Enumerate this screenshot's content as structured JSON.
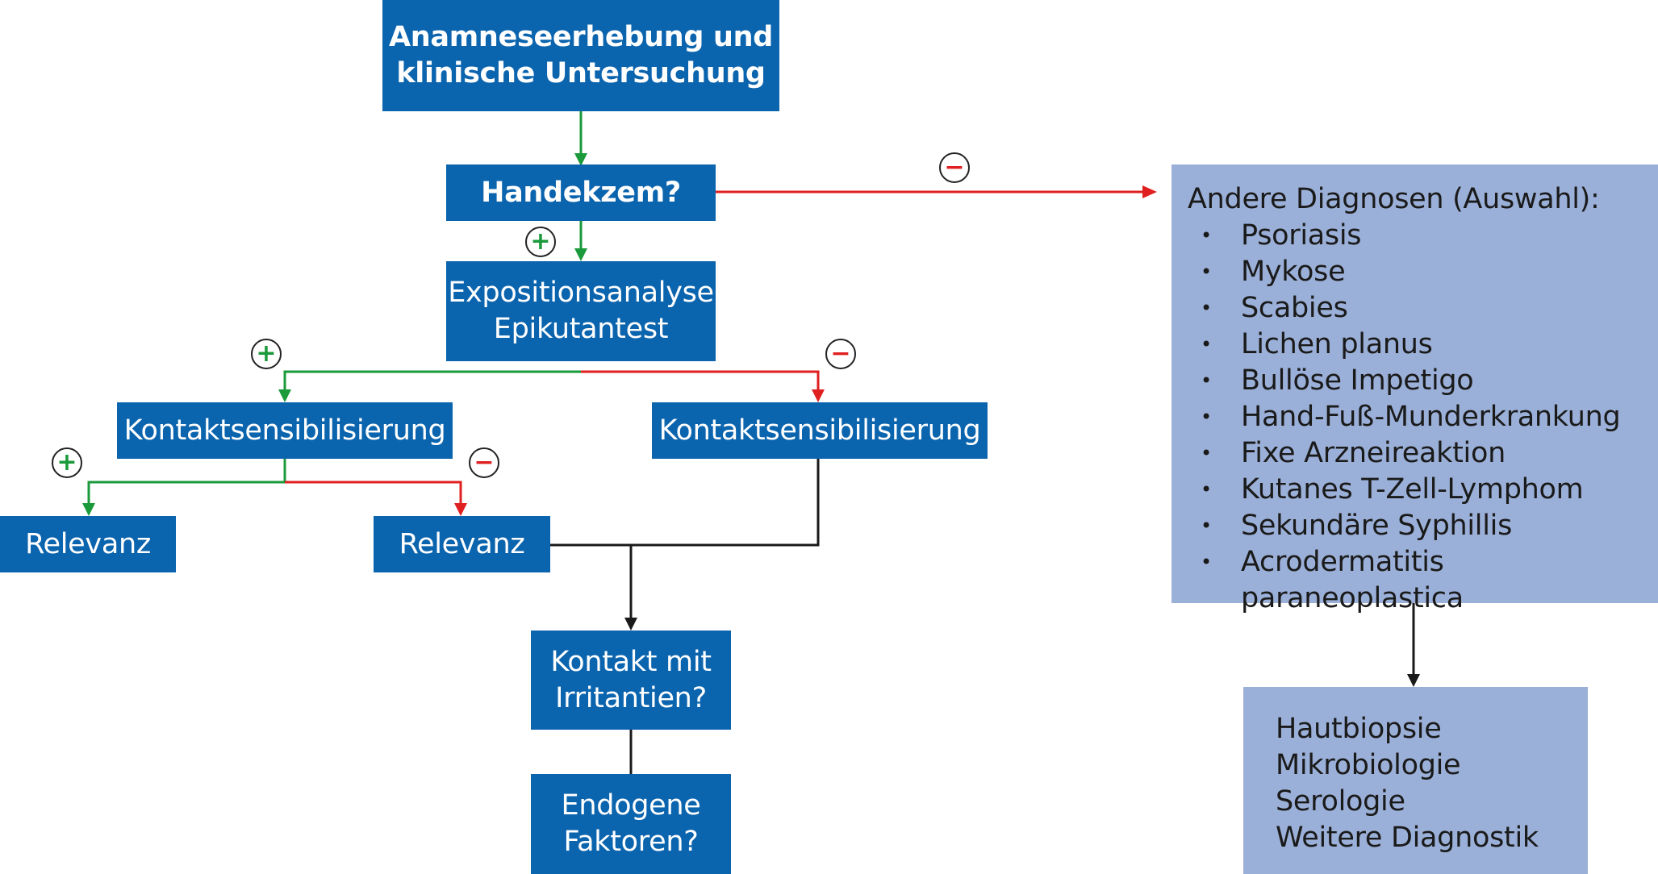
{
  "nodes": {
    "anamnese": {
      "lines": [
        "Anamneseerhebung und",
        "klinische Untersuchung"
      ]
    },
    "handekzem": {
      "lines": [
        "Handekzem?"
      ]
    },
    "exposition": {
      "lines": [
        "Expositionsanalyse",
        "Epikutantest"
      ]
    },
    "kontakt_pos": {
      "lines": [
        "Kontaktsensibilisierung"
      ]
    },
    "kontakt_neg": {
      "lines": [
        "Kontaktsensibilisierung"
      ]
    },
    "relevanz_pos": {
      "lines": [
        "Relevanz"
      ]
    },
    "relevanz_neg": {
      "lines": [
        "Relevanz"
      ]
    },
    "irritantien": {
      "lines": [
        "Kontakt mit",
        "Irritantien?"
      ]
    },
    "endogen": {
      "lines": [
        "Endogene",
        "Faktoren?"
      ]
    },
    "diagnosen": {
      "title": "Andere Diagnosen (Auswahl):",
      "items": [
        "Psoriasis",
        "Mykose",
        "Scabies",
        "Lichen planus",
        "Bullöse Impetigo",
        "Hand-Fuß-Munderkrankung",
        "Fixe Arzneireaktion",
        "Kutanes T-Zell-Lymphom",
        "Sekundäre Syphillis",
        "Acrodermatitis paraneoplastica"
      ]
    },
    "weitere": {
      "lines": [
        "Hautbiopsie",
        "Mikrobiologie",
        "Serologie",
        "Weitere Diagnostik"
      ]
    }
  },
  "signs": {
    "positive": "+",
    "negative": "−"
  },
  "colors": {
    "box_dark": "#0b64ae",
    "box_light": "#9bb0d8",
    "positive": "#1a9a3a",
    "negative": "#e02020",
    "neutral": "#1a1a1a"
  }
}
